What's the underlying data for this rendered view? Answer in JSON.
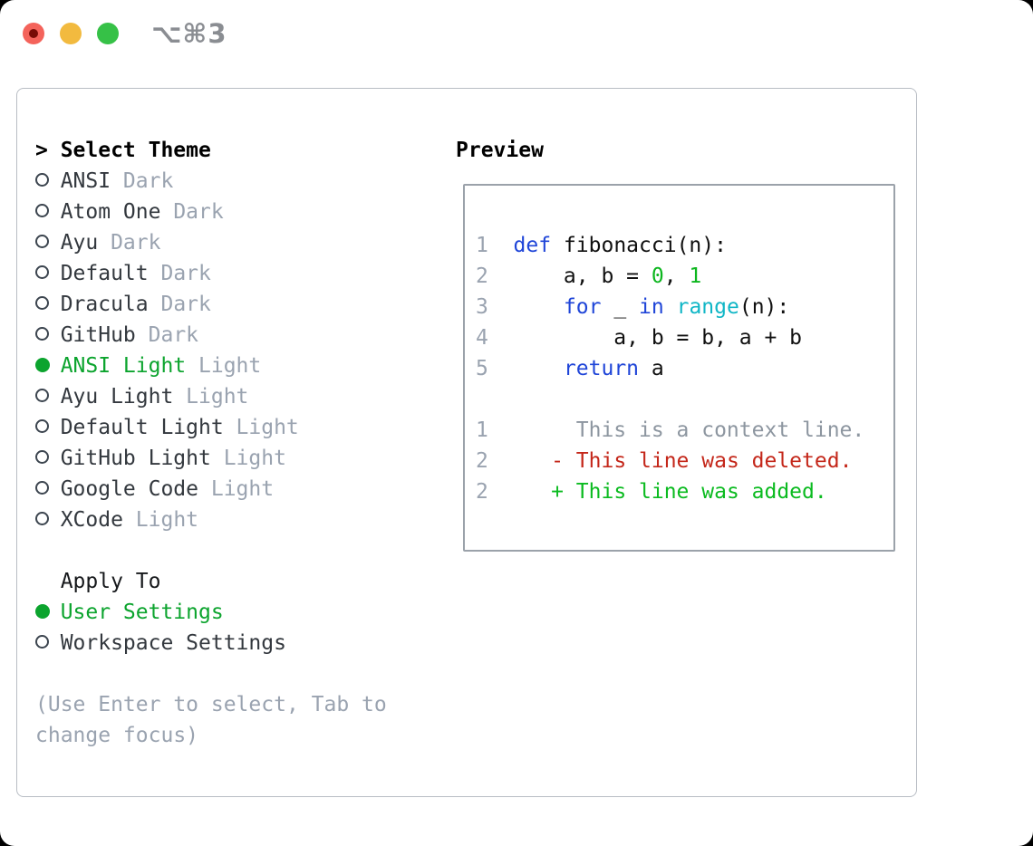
{
  "window": {
    "title": "⌥⌘3"
  },
  "titlebar_icons": {
    "close": "#f4635b",
    "close_dot": "#770b06",
    "minimize": "#f2ba3f",
    "zoom": "#36c147"
  },
  "select_theme": {
    "prompt": ">",
    "title": "Select Theme",
    "themes": [
      {
        "name": "ANSI",
        "variant": "Dark",
        "selected": false
      },
      {
        "name": "Atom One",
        "variant": "Dark",
        "selected": false
      },
      {
        "name": "Ayu",
        "variant": "Dark",
        "selected": false
      },
      {
        "name": "Default",
        "variant": "Dark",
        "selected": false
      },
      {
        "name": "Dracula",
        "variant": "Dark",
        "selected": false
      },
      {
        "name": "GitHub",
        "variant": "Dark",
        "selected": false
      },
      {
        "name": "ANSI Light",
        "variant": "Light",
        "selected": true
      },
      {
        "name": "Ayu Light",
        "variant": "Light",
        "selected": false
      },
      {
        "name": "Default Light",
        "variant": "Light",
        "selected": false
      },
      {
        "name": "GitHub Light",
        "variant": "Light",
        "selected": false
      },
      {
        "name": "Google Code",
        "variant": "Light",
        "selected": false
      },
      {
        "name": "XCode",
        "variant": "Light",
        "selected": false
      }
    ]
  },
  "apply_to": {
    "title": "Apply To",
    "options": [
      {
        "name": "User Settings",
        "selected": true
      },
      {
        "name": "Workspace Settings",
        "selected": false
      }
    ]
  },
  "help_lines": [
    "(Use Enter to select, Tab to",
    "change focus)"
  ],
  "preview": {
    "title": "Preview",
    "colors": {
      "kw": "#1f45d8",
      "fn": "#10b6c6",
      "num": "#0cb61e",
      "fg": "#101010",
      "ctx": "#8d96a0",
      "del": "#c4271a",
      "add": "#0bbb20",
      "line_num": "#9aa3b0"
    },
    "lines": [
      {
        "num": "1",
        "segments": [
          {
            "t": " ",
            "c": "fg"
          },
          {
            "t": "def",
            "c": "kw"
          },
          {
            "t": " fibonacci(n):",
            "c": "fg"
          }
        ]
      },
      {
        "num": "2",
        "segments": [
          {
            "t": "     a, b = ",
            "c": "fg"
          },
          {
            "t": "0",
            "c": "num"
          },
          {
            "t": ", ",
            "c": "fg"
          },
          {
            "t": "1",
            "c": "num"
          }
        ]
      },
      {
        "num": "3",
        "segments": [
          {
            "t": "     ",
            "c": "fg"
          },
          {
            "t": "for",
            "c": "kw"
          },
          {
            "t": " _ ",
            "c": "fg"
          },
          {
            "t": "in",
            "c": "kw"
          },
          {
            "t": " ",
            "c": "fg"
          },
          {
            "t": "range",
            "c": "fn"
          },
          {
            "t": "(n):",
            "c": "fg"
          }
        ]
      },
      {
        "num": "4",
        "segments": [
          {
            "t": "         a, b = b, a + b",
            "c": "fg"
          }
        ]
      },
      {
        "num": "5",
        "segments": [
          {
            "t": "     ",
            "c": "fg"
          },
          {
            "t": "return",
            "c": "kw"
          },
          {
            "t": " a",
            "c": "fg"
          }
        ]
      },
      {
        "num": "",
        "segments": []
      },
      {
        "num": "1",
        "segments": [
          {
            "t": "      This is a context line.",
            "c": "ctx"
          }
        ]
      },
      {
        "num": "2",
        "segments": [
          {
            "t": "    ",
            "c": "fg"
          },
          {
            "t": "- This line was deleted.",
            "c": "del"
          }
        ]
      },
      {
        "num": "2",
        "segments": [
          {
            "t": "    ",
            "c": "fg"
          },
          {
            "t": "+ This line was added.",
            "c": "add"
          }
        ]
      }
    ]
  },
  "colors": {
    "ui_selected_green": "#0ca42e",
    "list_text": "#33383e",
    "muted_gray": "#9aa3b0"
  }
}
